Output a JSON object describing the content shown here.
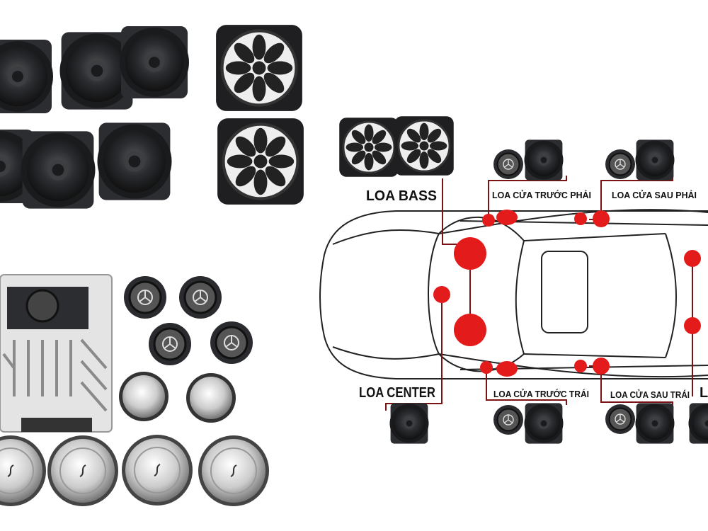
{
  "labels": {
    "bass": "LOA BASS",
    "front_right": "LOA CỬA TRƯỚC PHẢI",
    "rear_right": "LOA CỬA SAU PHẢI",
    "center": "LOA CENTER",
    "front_left": "LOA CỬA TRƯỚC TRÁI",
    "rear_left": "LOA CỬA SAU TRÁI",
    "rear_partial": "L"
  },
  "colors": {
    "speaker_dot": "#e41b1b",
    "wire": "#7a1414",
    "outline": "#222222",
    "speaker_dark": "#1d1f22"
  }
}
